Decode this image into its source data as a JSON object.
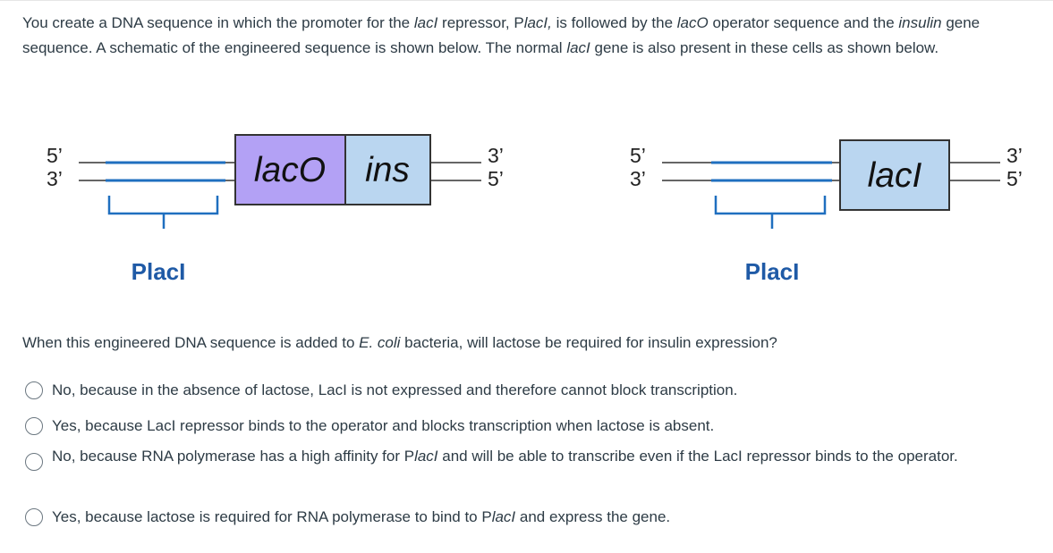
{
  "intro": {
    "p1": "You create a DNA sequence in which the promoter for the ",
    "i1": "lacI",
    "p2": " repressor, P",
    "i2": "lacI,",
    "p3": " is followed by the ",
    "i3": "lacO",
    "p4": " operator sequence and the ",
    "i4": "insulin",
    "p5": " gene sequence. A schematic of the engineered sequence is shown below. The normal ",
    "i5": "lacI",
    "p6": " gene is also present in these cells as shown below."
  },
  "diagram": {
    "end_5": "5’",
    "end_3": "3’",
    "left": {
      "operator_label": "lacO",
      "gene_label": "ins",
      "promoter_label": "PlacI"
    },
    "right": {
      "gene_label": "lacI",
      "promoter_label": "PlacI"
    },
    "colors": {
      "strand_blue": "#1f6fbf",
      "operator_fill": "#b3a1f5",
      "gene_fill": "#bad6f0",
      "border": "#333333",
      "promoter_text": "#1f5aa6"
    }
  },
  "question": {
    "p1": "When this engineered DNA sequence is added to ",
    "i1": "E. coli",
    "p2": " bacteria, will lactose be required for insulin expression?"
  },
  "options": [
    {
      "text": "No, because in the absence of lactose, LacI is not expressed and therefore cannot block transcription."
    },
    {
      "text": "Yes, because LacI repressor binds to the operator and blocks transcription when lactose is absent."
    },
    {
      "text": "No, because RNA polymerase has a high affinity for P",
      "italic": "lacI",
      "rest": " and will be able to transcribe even if the LacI repressor binds to the operator."
    },
    {
      "text": "Yes, because lactose is required for RNA polymerase to bind to P",
      "italic": "lacI",
      "rest": " and express the gene."
    }
  ]
}
